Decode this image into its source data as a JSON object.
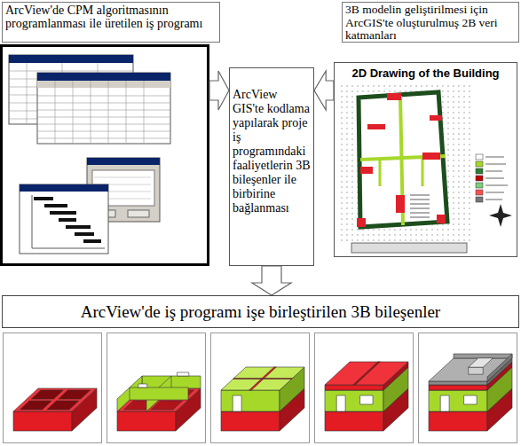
{
  "diagram": {
    "nodes": [
      {
        "text": [
          "ArcView'de CPM algoritmasının programlanması ile üretilen iş programı"
        ]
      },
      {
        "text": [
          "3B modelin geliştirilmesi için ArcGIS'te oluşturulmuş 2B veri katmanları"
        ]
      },
      {
        "text": [
          "ArcView GIS'te kodlama yapılarak proje iş programındaki faaliyetlerin 3B bileşenler ile birbirine bağlanması"
        ]
      },
      {
        "text": [
          "2D Drawing of the Building"
        ]
      },
      {
        "text": [
          "ArcView'de iş programı işe birleştirilen 3B bileşenler"
        ]
      }
    ],
    "edges": [
      {
        "from": 3,
        "to": 2,
        "arrow": "to"
      },
      {
        "from": 2,
        "to": 4,
        "arrow": "to"
      }
    ]
  }
}
